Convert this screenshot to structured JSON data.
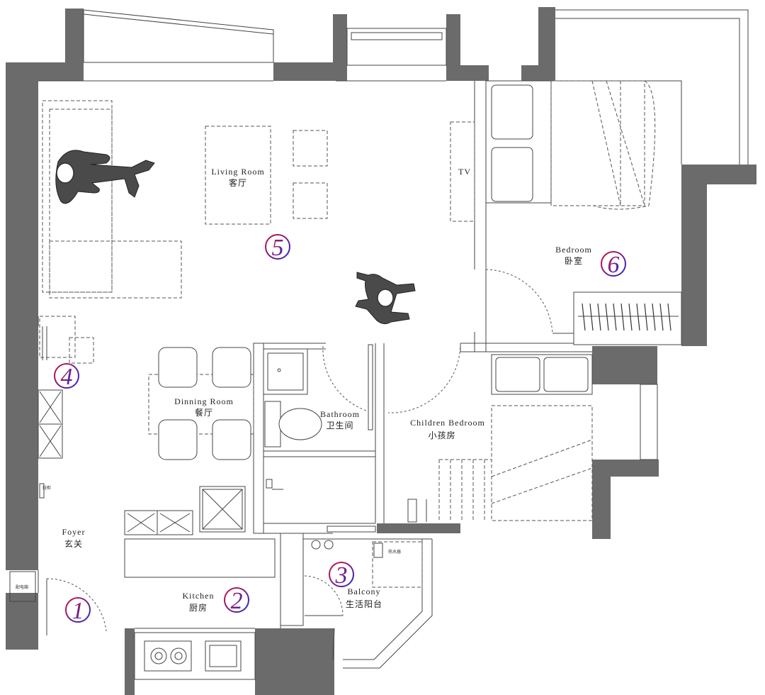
{
  "rooms": {
    "living": {
      "en": "Living Room",
      "zh": "客厅"
    },
    "bedroom": {
      "en": "Bedroom",
      "zh": "卧室"
    },
    "dining": {
      "en": "Dinning  Room",
      "zh": "餐厅"
    },
    "bathroom": {
      "en": "Bathroom",
      "zh": "卫生间"
    },
    "children": {
      "en": "Children  Bedroom",
      "zh": "小孩房"
    },
    "foyer": {
      "en": "Foyer",
      "zh": "玄关"
    },
    "kitchen": {
      "en": "Kitchen",
      "zh": "厨房"
    },
    "balcony": {
      "en": "Balcony",
      "zh": "生活阳台"
    }
  },
  "furniture": {
    "tv": "TV",
    "shoe": "鞋柜",
    "electric_box": "配电箱",
    "water_heater": "热水器"
  },
  "markers": [
    "1",
    "2",
    "3",
    "4",
    "5",
    "6"
  ],
  "colors": {
    "wall": "#6b6b6b",
    "marker_start": "#d0103a",
    "marker_end": "#2a2ad0"
  }
}
